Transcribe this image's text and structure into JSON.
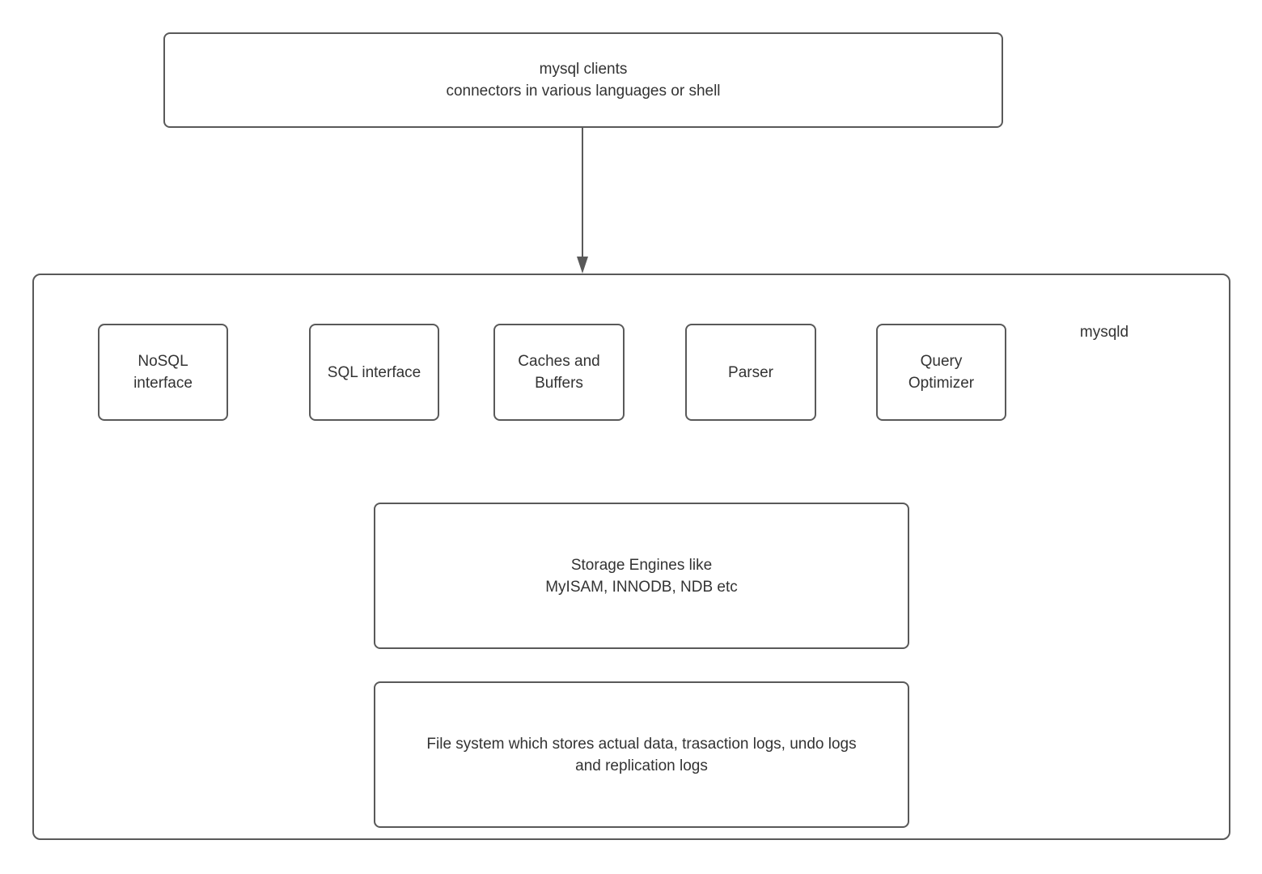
{
  "diagram": {
    "clients_box": {
      "label": "mysql clients\nconnectors in various languages or shell"
    },
    "mysqld_container": {
      "label": "mysqld"
    },
    "components": [
      {
        "id": "nosql-interface",
        "label": "NoSQL\ninterface"
      },
      {
        "id": "sql-interface",
        "label": "SQL interface"
      },
      {
        "id": "caches-buffers",
        "label": "Caches and\nBuffers"
      },
      {
        "id": "parser",
        "label": "Parser"
      },
      {
        "id": "query-optimizer",
        "label": "Query\nOptimizer"
      }
    ],
    "storage_box": {
      "label": "Storage Engines like\nMyISAM, INNODB, NDB etc"
    },
    "filesystem_box": {
      "label": "File system which stores actual data, trasaction logs, undo logs\nand replication logs"
    },
    "colors": {
      "border": "#595959",
      "text": "#333333",
      "background": "#ffffff"
    }
  }
}
